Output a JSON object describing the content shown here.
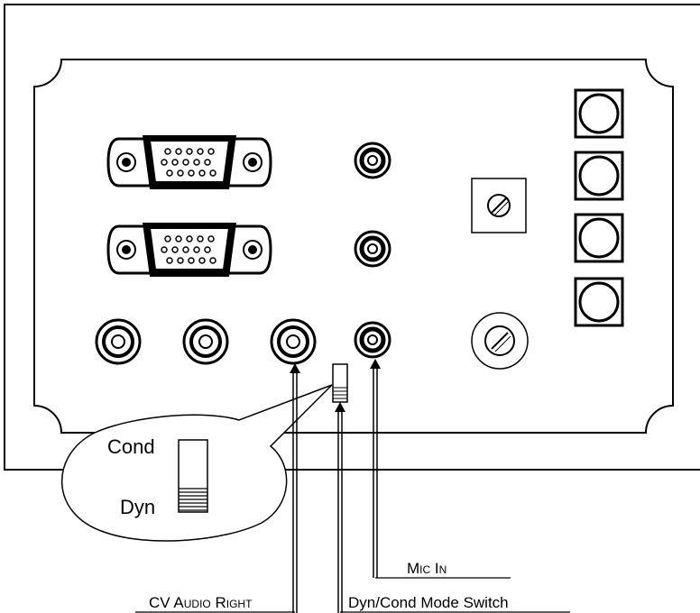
{
  "callout": {
    "cond_label": "Cond",
    "dyn_label": "Dyn"
  },
  "labels": {
    "mic_in": "Mic In",
    "cv_audio_right": "CV Audio Right",
    "dyn_cond_switch": "Dyn/Cond Mode Switch"
  },
  "colors": {
    "line": "#000000",
    "background": "#ffffff"
  }
}
